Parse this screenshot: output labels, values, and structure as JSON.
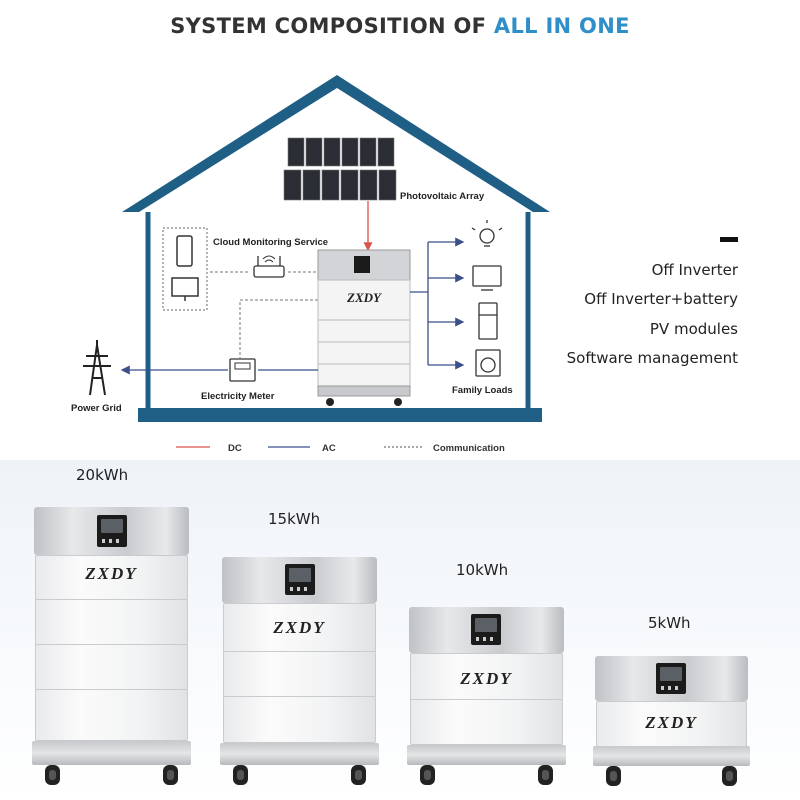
{
  "title": {
    "part1": "SYSTEM COMPOSITION OF ",
    "part2": "ALL IN ONE",
    "accent_color": "#2e8fc9"
  },
  "diagram": {
    "pv_label": "Photovoltaic Array",
    "cloud_label": "Cloud Monitoring Service",
    "grid_label": "Power Grid",
    "meter_label": "Electricity Meter",
    "loads_label": "Family Loads",
    "brand": "ZXDY",
    "legend": [
      {
        "label": "DC",
        "color": "#d9534f",
        "style": "solid"
      },
      {
        "label": "AC",
        "color": "#3b4f8a",
        "style": "solid"
      },
      {
        "label": "Communication",
        "color": "#777777",
        "style": "dashed"
      }
    ],
    "house_color": "#1f5f86"
  },
  "features": [
    "Off Inverter",
    "Off Inverter+battery",
    "PV modules",
    "Software management"
  ],
  "products": [
    {
      "capacity": "20kWh",
      "brand": "ZXDY",
      "modules": 4
    },
    {
      "capacity": "15kWh",
      "brand": "ZXDY",
      "modules": 3
    },
    {
      "capacity": "10kWh",
      "brand": "ZXDY",
      "modules": 2
    },
    {
      "capacity": "5kWh",
      "brand": "ZXDY",
      "modules": 1
    }
  ]
}
